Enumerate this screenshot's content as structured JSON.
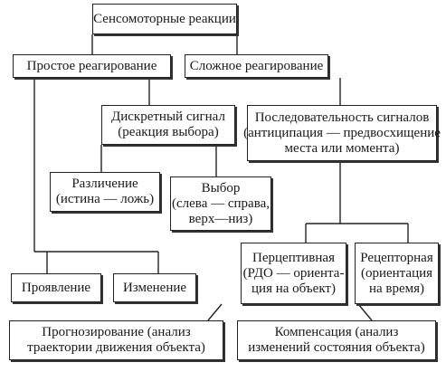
{
  "diagram": {
    "root": {
      "lines": [
        "Сенсомоторные реакции"
      ]
    },
    "simple": {
      "lines": [
        "Простое реагирование"
      ]
    },
    "complex": {
      "lines": [
        "Сложное реагирование"
      ]
    },
    "discrete": {
      "lines": [
        "Дискретный сигнал",
        "(реакция выбора)"
      ]
    },
    "sequence": {
      "lines": [
        "Последовательность сигналов",
        "(антиципация — предвосхищение",
        "места или момента)"
      ]
    },
    "discrimination": {
      "lines": [
        "Различение",
        "(истина — ложь)"
      ]
    },
    "choice": {
      "lines": [
        "Выбор",
        "(слева — справа,",
        "верх—низ)"
      ]
    },
    "perceptive": {
      "lines": [
        "Перцептивная",
        "(РДО — ориента-",
        "ция на объект)"
      ]
    },
    "receptive": {
      "lines": [
        "Рецепторная",
        "(ориентация",
        "на время)"
      ]
    },
    "manifestation": {
      "lines": [
        "Проявление"
      ]
    },
    "change": {
      "lines": [
        "Изменение"
      ]
    },
    "prognosis": {
      "lines": [
        "Прогнозирование (анализ",
        "траектории движения объекта)"
      ]
    },
    "compensation": {
      "lines": [
        "Компенсация (анализ",
        "изменений состояния объекта)"
      ]
    }
  }
}
